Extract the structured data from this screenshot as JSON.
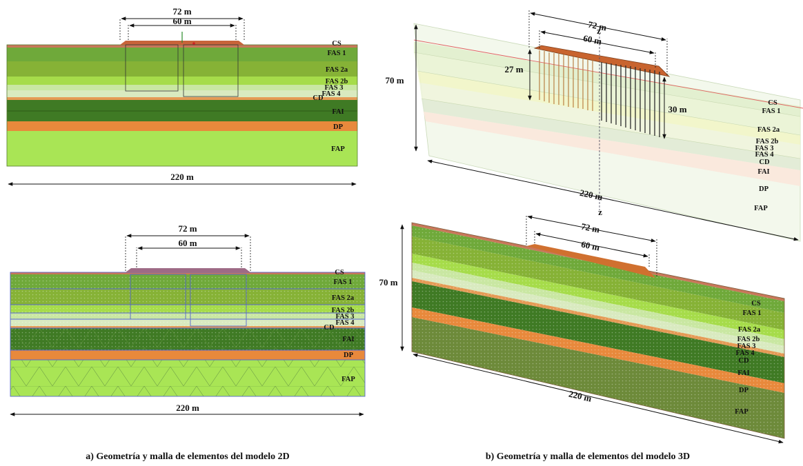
{
  "colors": {
    "cs": "#c8775a",
    "fas1": "#6fa93a",
    "fas2a": "#86b236",
    "fas2b": "#a6dc4a",
    "fas3": "#c9e7a2",
    "fas4": "#d9eac0",
    "cd": "#e59a55",
    "fai": "#3f7a24",
    "dp": "#e8893c",
    "fap": "#a9e555",
    "embankment": "#c8643a",
    "mesh_outline": "#5566cc"
  },
  "dimensions": {
    "crest_width": "72 m",
    "top_width": "60 m",
    "model_width": "220 m",
    "model_height": "70 m",
    "column_depth_left": "27 m",
    "column_depth_right": "30 m"
  },
  "layers": {
    "cs": "CS",
    "fas1": "FAS 1",
    "fas2a": "FAS 2a",
    "fas2b": "FAS 2b",
    "fas3": "FAS 3",
    "fas4": "FAS 4",
    "cd": "CD",
    "fai": "FAI",
    "dp": "DP",
    "fap": "FAP"
  },
  "axis_labels": {
    "z": "z"
  },
  "captions": {
    "a": "a) Geometría y malla de elementos del modelo 2D",
    "b": "b) Geometría y malla de elementos del modelo 3D"
  }
}
